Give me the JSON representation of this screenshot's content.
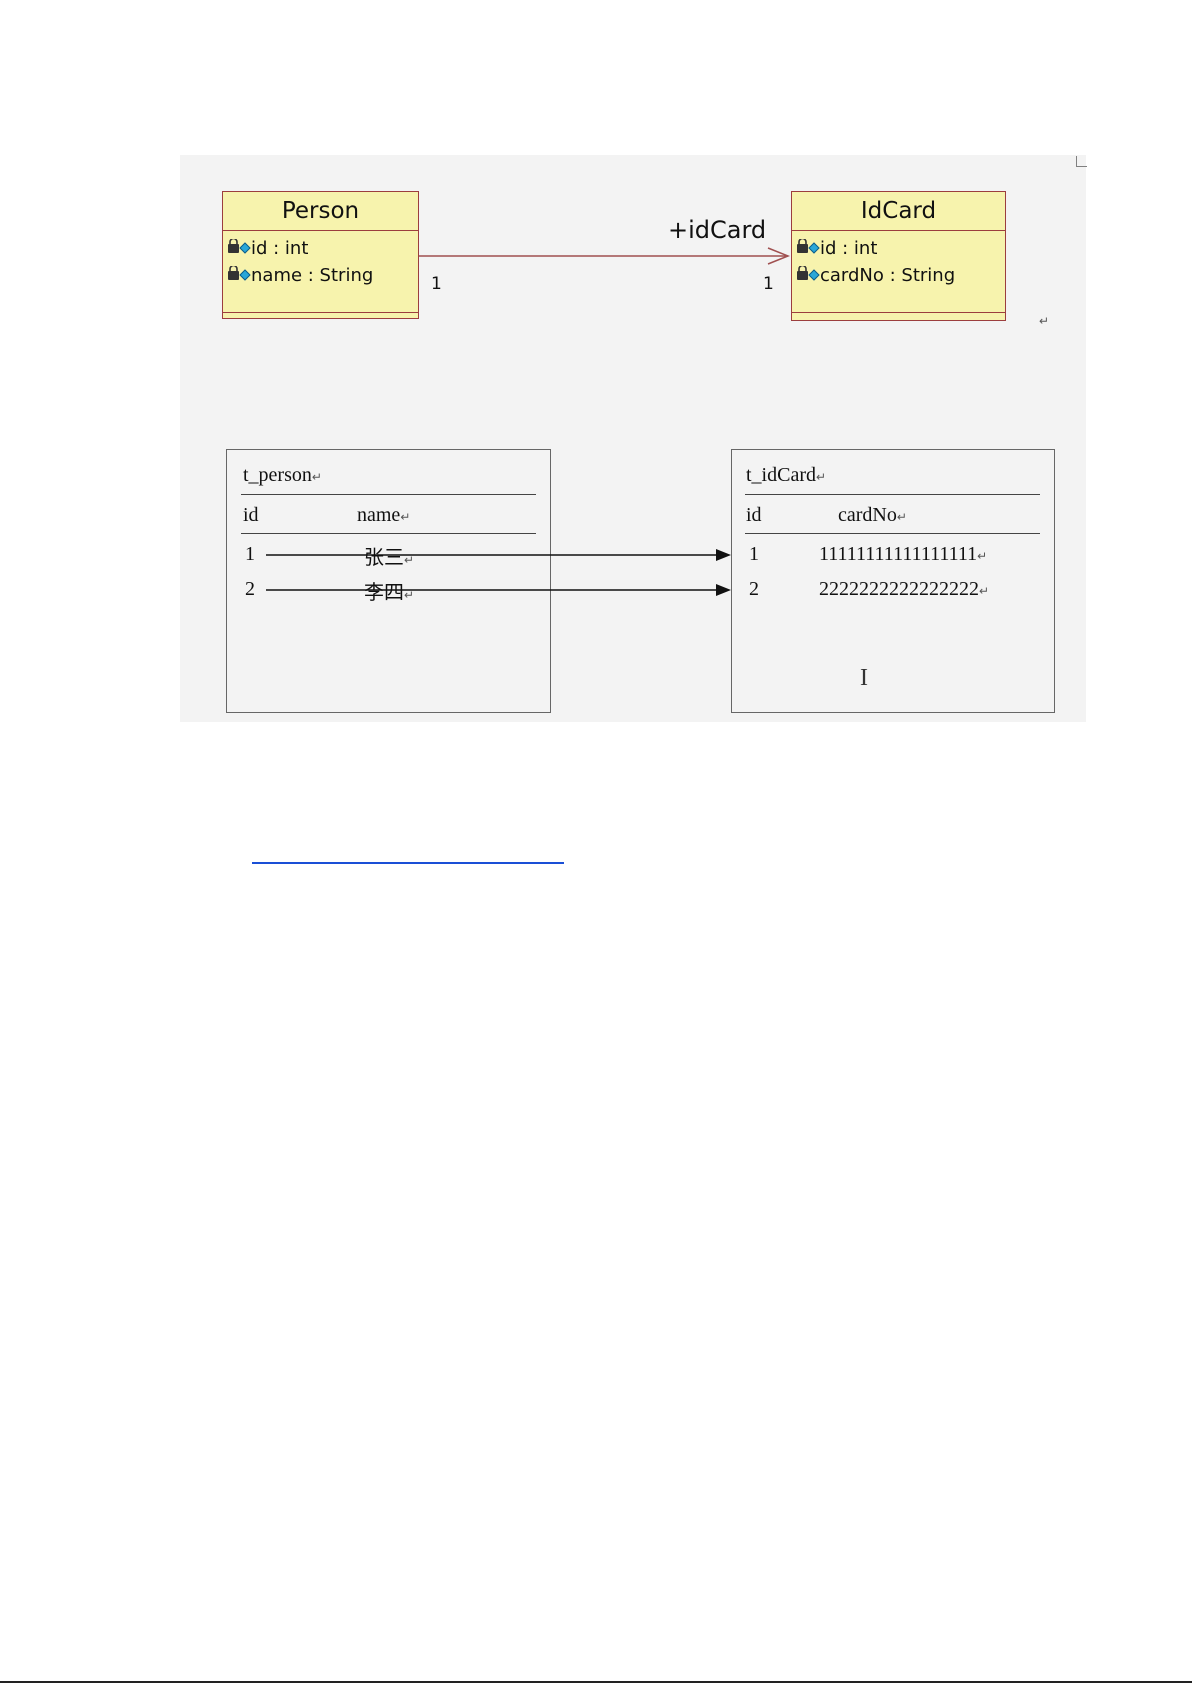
{
  "uml": {
    "person": {
      "name": "Person",
      "attributes": [
        "id : int",
        "name : String"
      ]
    },
    "idcard": {
      "name": "IdCard",
      "attributes": [
        "id : int",
        "cardNo : String"
      ]
    },
    "association": {
      "role": "+idCard",
      "source_multiplicity": "1",
      "target_multiplicity": "1"
    },
    "colors": {
      "class_fill": "#f7f3ad",
      "class_border": "#9c3e3e",
      "association_line": "#a05050"
    }
  },
  "tables": {
    "person": {
      "title": "t_person",
      "columns": [
        "id",
        "name"
      ],
      "rows": [
        [
          "1",
          "张三"
        ],
        [
          "2",
          "李四"
        ]
      ]
    },
    "idcard": {
      "title": "t_idCard",
      "columns": [
        "id",
        "cardNo"
      ],
      "rows": [
        [
          "1",
          "11111111111111111"
        ],
        [
          "2",
          "2222222222222222"
        ]
      ]
    }
  },
  "marks": {
    "paragraph": "↵",
    "text_cursor": "I"
  },
  "icons": {
    "attribute": "private-attribute-icon"
  }
}
